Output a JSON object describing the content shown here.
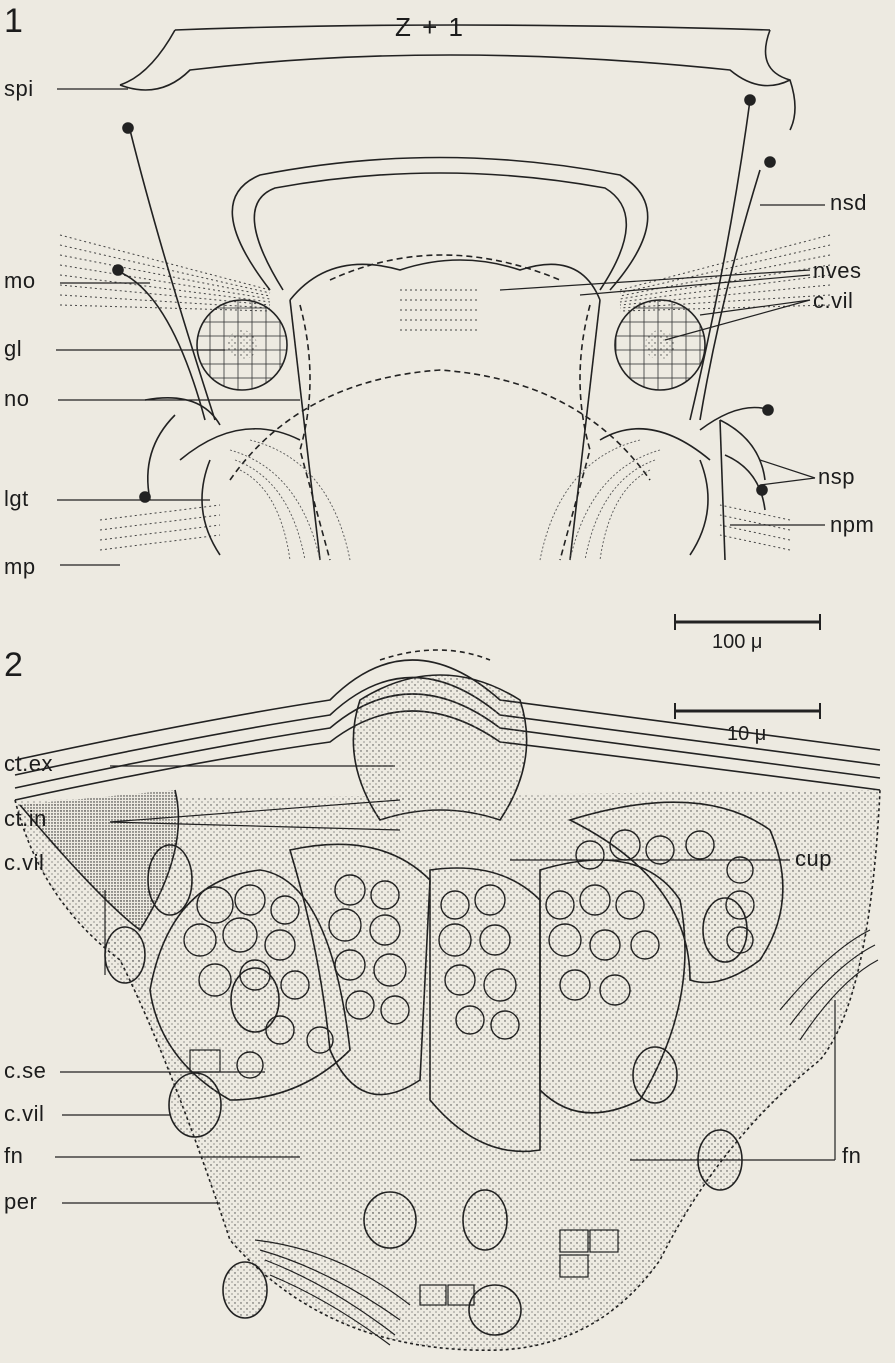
{
  "figure1": {
    "number": "1",
    "title": "Z + 1",
    "labels_left": [
      "spi",
      "mo",
      "gl",
      "no",
      "lgt",
      "mp"
    ],
    "labels_right": [
      "nsd",
      "nves",
      "c.vil",
      "nsp",
      "npm"
    ],
    "scale_bar": "100 μ"
  },
  "figure2": {
    "number": "2",
    "labels_left": [
      "ct.ex",
      "ct.in",
      "c.vil",
      "c.se",
      "c.vil",
      "fn",
      "per"
    ],
    "labels_right": [
      "cup",
      "fn"
    ],
    "scale_bar": "10 μ"
  }
}
